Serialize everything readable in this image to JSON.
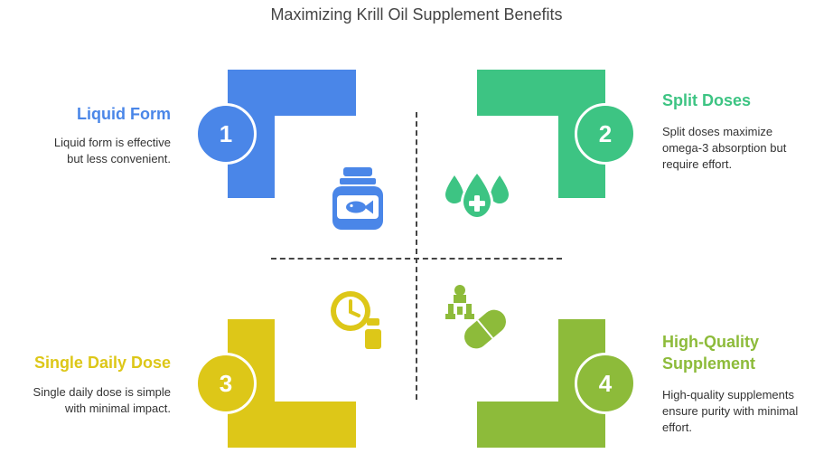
{
  "title": "Maximizing Krill Oil Supplement Benefits",
  "colors": {
    "blue": "#4A86E8",
    "green": "#3DC483",
    "yellow": "#DDC718",
    "olive": "#8DBB3A"
  },
  "quadrants": [
    {
      "number": "1",
      "heading": "Liquid Form",
      "lines": [
        "Liquid form is effective",
        "but less convenient."
      ],
      "icon": "fish-oil-jar-icon"
    },
    {
      "number": "2",
      "heading": "Split Doses",
      "lines": [
        "Split doses maximize",
        "omega-3 absorption but",
        "require effort."
      ],
      "icon": "drops-plus-icon"
    },
    {
      "number": "3",
      "heading": "Single Daily Dose",
      "lines": [
        "Single daily dose is simple",
        "with minimal impact."
      ],
      "icon": "clock-bottle-icon"
    },
    {
      "number": "4",
      "heading_lines": [
        "High-Quality",
        "Supplement"
      ],
      "lines": [
        "High-quality supplements",
        "ensure purity with minimal",
        "effort."
      ],
      "icon": "capsule-molecule-icon"
    }
  ]
}
